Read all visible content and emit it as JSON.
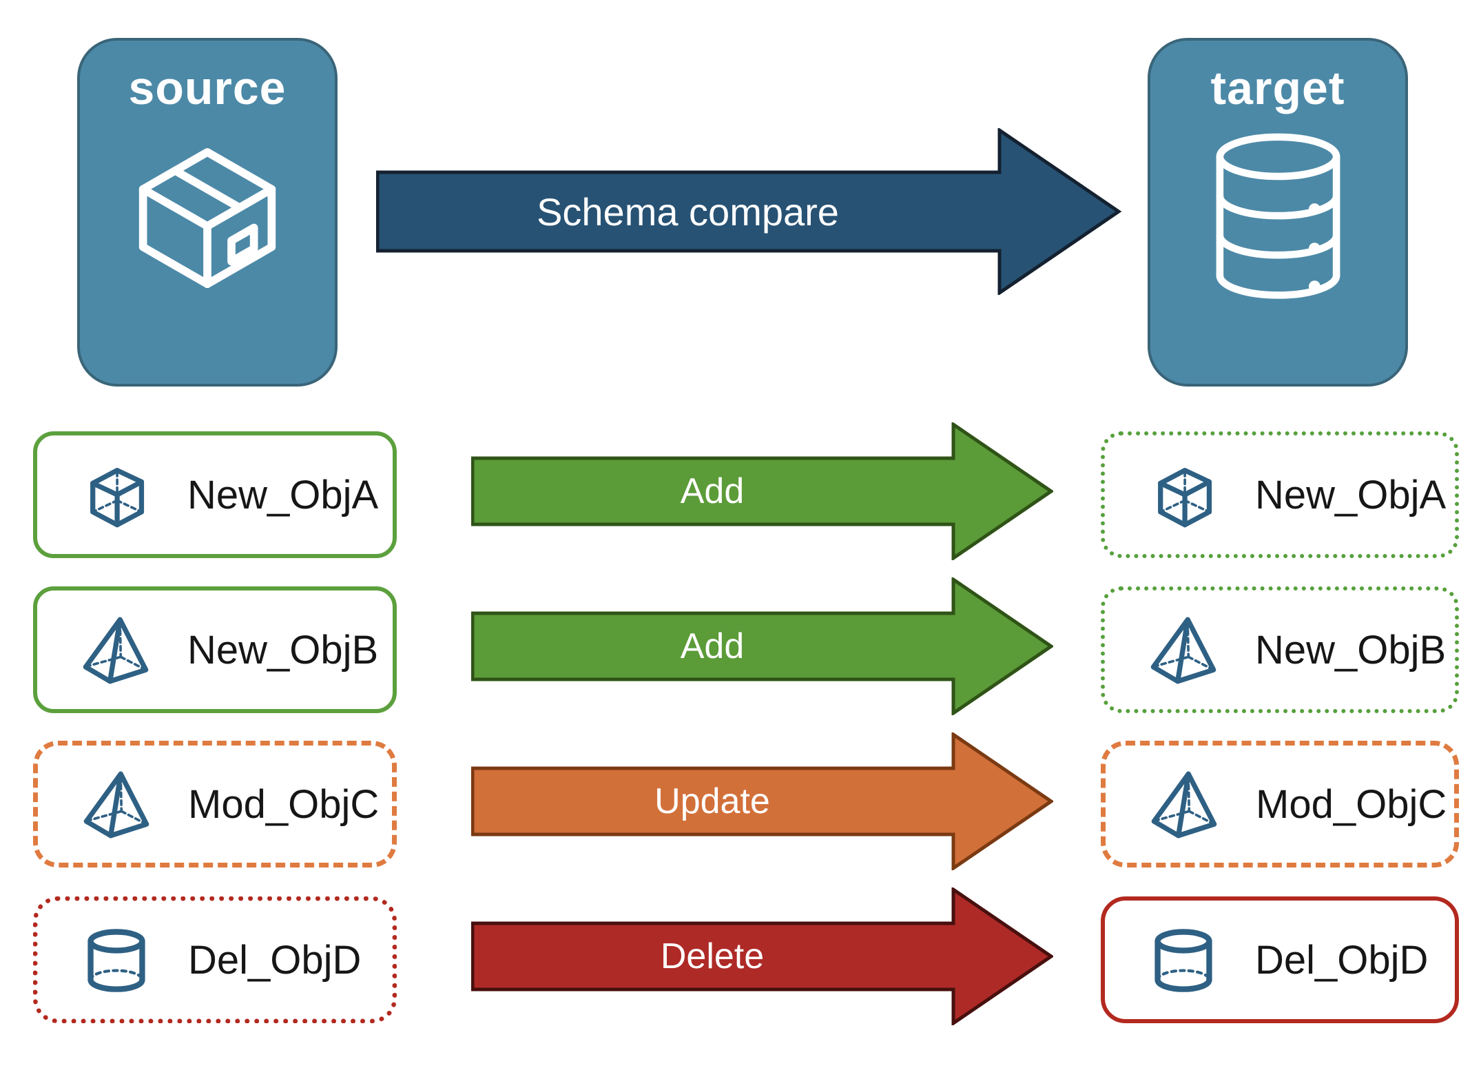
{
  "source": {
    "title": "source",
    "icon": "package-icon"
  },
  "target": {
    "title": "target",
    "icon": "database-icon"
  },
  "compare_arrow": {
    "label": "Schema compare"
  },
  "rows": [
    {
      "name": "New_ObjA",
      "icon": "cube-icon",
      "action": "Add",
      "left_style": "solid-green",
      "right_style": "dotted-green"
    },
    {
      "name": "New_ObjB",
      "icon": "pyramid-icon",
      "action": "Add",
      "left_style": "solid-green",
      "right_style": "dotted-green"
    },
    {
      "name": "Mod_ObjC",
      "icon": "pyramid-icon",
      "action": "Update",
      "left_style": "dashed-orange",
      "right_style": "dashed-orange"
    },
    {
      "name": "Del_ObjD",
      "icon": "cylinder-icon",
      "action": "Delete",
      "left_style": "dotted-red",
      "right_style": "solid-red"
    }
  ],
  "colors": {
    "node_fill": "#4C89A7",
    "node_border": "#3A6579",
    "compare_arrow_fill": "#275274",
    "add_arrow_fill": "#5B9B38",
    "update_arrow_fill": "#D2703A",
    "delete_arrow_fill": "#AE2A27",
    "green_outline": "#5CA03D",
    "orange_outline": "#DF7B40",
    "red_outline": "#B3291F",
    "object_icon_blue": "#2E6084"
  }
}
